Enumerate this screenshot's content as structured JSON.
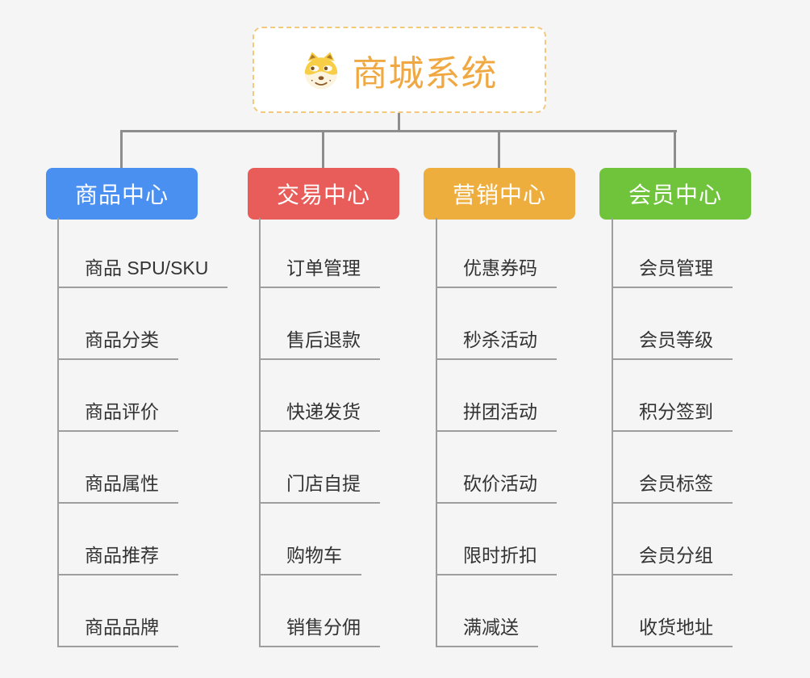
{
  "root": {
    "title": "商城系统",
    "icon": "doge-icon"
  },
  "colors": {
    "product_center": "#4a90f0",
    "trade_center": "#e85c5a",
    "marketing_center": "#edae3e",
    "member_center": "#70c43c",
    "root_accent": "#f0a843",
    "connector": "#8d8d8d",
    "leaf_line": "#9e9e9e",
    "background": "#f5f5f6"
  },
  "branches": [
    {
      "label": "商品中心",
      "color": "#4a90f0",
      "children": [
        "商品 SPU/SKU",
        "商品分类",
        "商品评价",
        "商品属性",
        "商品推荐",
        "商品品牌"
      ]
    },
    {
      "label": "交易中心",
      "color": "#e85c5a",
      "children": [
        "订单管理",
        "售后退款",
        "快递发货",
        "门店自提",
        "购物车",
        "销售分佣"
      ]
    },
    {
      "label": "营销中心",
      "color": "#edae3e",
      "children": [
        "优惠券码",
        "秒杀活动",
        "拼团活动",
        "砍价活动",
        "限时折扣",
        "满减送"
      ]
    },
    {
      "label": "会员中心",
      "color": "#70c43c",
      "children": [
        "会员管理",
        "会员等级",
        "积分签到",
        "会员标签",
        "会员分组",
        "收货地址"
      ]
    }
  ]
}
